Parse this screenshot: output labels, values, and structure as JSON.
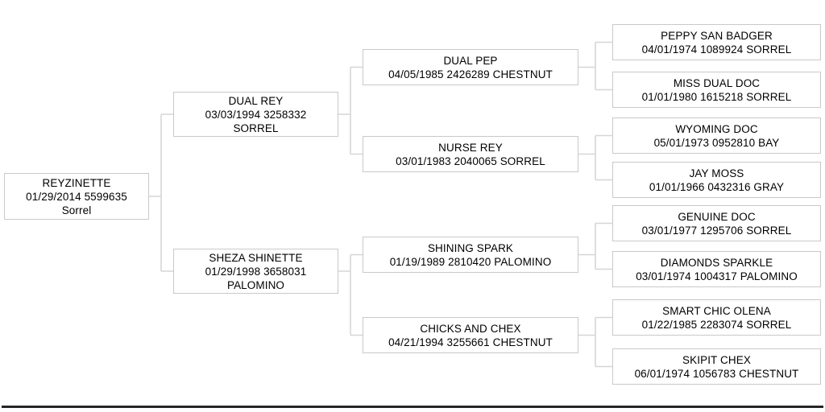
{
  "figure": {
    "type": "pedigree-chart",
    "generations": 4
  },
  "pedigree": {
    "subject": {
      "name": "REYZINETTE",
      "line2": "01/29/2014 5599635",
      "line3": "Sorrel"
    },
    "sire": {
      "name": "DUAL REY",
      "line2": "03/03/1994 3258332",
      "line3": "SORREL"
    },
    "dam": {
      "name": "SHEZA SHINETTE",
      "line2": "01/29/1998 3658031",
      "line3": "PALOMINO"
    },
    "sire_sire": {
      "name": "DUAL PEP",
      "line2": "04/05/1985 2426289 CHESTNUT"
    },
    "sire_dam": {
      "name": "NURSE REY",
      "line2": "03/01/1983 2040065 SORREL"
    },
    "dam_sire": {
      "name": "SHINING SPARK",
      "line2": "01/19/1989 2810420 PALOMINO"
    },
    "dam_dam": {
      "name": "CHICKS AND CHEX",
      "line2": "04/21/1994 3255661 CHESTNUT"
    },
    "sire_sire_sire": {
      "name": "PEPPY SAN BADGER",
      "line2": "04/01/1974 1089924 SORREL"
    },
    "sire_sire_dam": {
      "name": "MISS DUAL DOC",
      "line2": "01/01/1980 1615218 SORREL"
    },
    "sire_dam_sire": {
      "name": "WYOMING DOC",
      "line2": "05/01/1973 0952810 BAY"
    },
    "sire_dam_dam": {
      "name": "JAY MOSS",
      "line2": "01/01/1966 0432316 GRAY"
    },
    "dam_sire_sire": {
      "name": "GENUINE DOC",
      "line2": "03/01/1977 1295706 SORREL"
    },
    "dam_sire_dam": {
      "name": "DIAMONDS SPARKLE",
      "line2": "03/01/1974 1004317 PALOMINO"
    },
    "dam_dam_sire": {
      "name": "SMART CHIC OLENA",
      "line2": "01/22/1985 2283074 SORREL"
    },
    "dam_dam_dam": {
      "name": "SKIPIT CHEX",
      "line2": "06/01/1974 1056783 CHESTNUT"
    }
  },
  "colors": {
    "background": "#ffffff",
    "box_border": "#c9c9c9",
    "connector_line": "#d6d6d6",
    "text": "#000000",
    "bottom_rule": "#262626"
  }
}
